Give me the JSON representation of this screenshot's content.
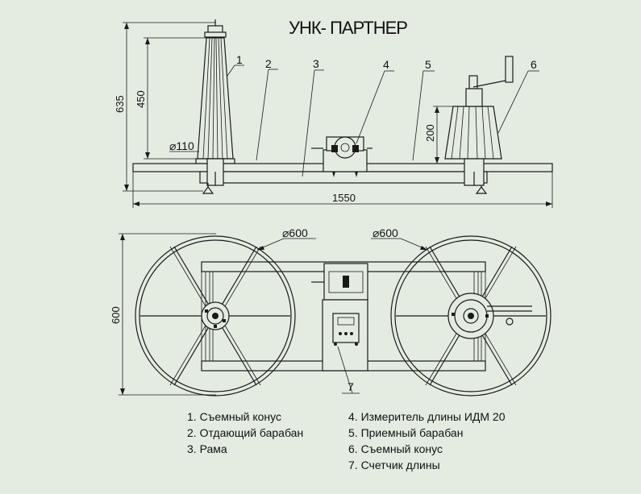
{
  "title": "УНК- ПАРТНЕР",
  "dimensions": {
    "total_height": "635",
    "cone_height": "450",
    "cone_diameter": "⌀110",
    "receiver_height": "200",
    "frame_length": "1550",
    "width": "600",
    "drum_left_diameter": "⌀600",
    "drum_right_diameter": "⌀600"
  },
  "callouts": [
    "1",
    "2",
    "3",
    "4",
    "5",
    "6",
    "7"
  ],
  "legend": {
    "left": [
      "1. Съемный конус",
      "2. Отдающий барабан",
      "3. Рама"
    ],
    "right": [
      "4. Измеритель длины ИДМ 20",
      "5. Приемный барабан",
      "6. Съемный конус",
      "7. Счетчик длины"
    ]
  }
}
